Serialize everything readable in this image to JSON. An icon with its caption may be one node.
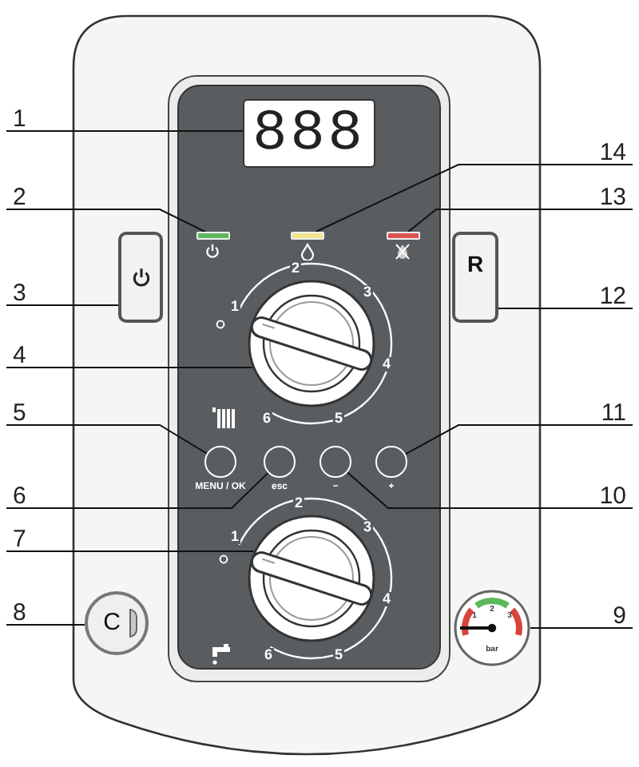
{
  "diagram": {
    "nodes": [
      {
        "text": [
          "1"
        ]
      },
      {
        "text": [
          "888"
        ]
      },
      {
        "text": [
          "14"
        ]
      },
      {
        "text": [
          "2"
        ]
      },
      {
        "text": [
          "13"
        ]
      },
      {
        "text": [],
        "shape": "bar"
      },
      {
        "text": [],
        "shape": "bar"
      },
      {
        "text": [],
        "shape": "bar"
      },
      {
        "text": [
          "3"
        ]
      },
      {
        "text": [],
        "shape": "box"
      },
      {
        "text": [
          "R"
        ]
      },
      {
        "text": [
          "12"
        ]
      },
      {
        "text": [],
        "shape": "circle"
      },
      {
        "text": [
          "4"
        ]
      },
      {
        "text": [
          "5"
        ]
      },
      {
        "text": [
          "11"
        ]
      },
      {
        "text": [],
        "shape": "circle",
        "beside": [
          "MENU / OK"
        ]
      },
      {
        "text": [],
        "shape": "circle",
        "beside": [
          "esc"
        ]
      },
      {
        "text": [],
        "shape": "circle",
        "beside": [
          "−"
        ]
      },
      {
        "text": [],
        "shape": "circle",
        "beside": [
          "+"
        ]
      },
      {
        "text": [
          "6"
        ]
      },
      {
        "text": [
          "10"
        ]
      },
      {
        "text": [
          "7"
        ]
      },
      {
        "text": [],
        "shape": "circle"
      },
      {
        "text": [
          "8"
        ]
      },
      {
        "text": [
          "C"
        ]
      },
      {
        "text": [],
        "shape": "circle"
      },
      {
        "text": [
          "9"
        ]
      }
    ],
    "edges": [
      {
        "from": 0,
        "to": 1,
        "arrow": "none"
      },
      {
        "from": 3,
        "to": 5,
        "arrow": "none"
      },
      {
        "from": 2,
        "to": 6,
        "arrow": "none"
      },
      {
        "from": 4,
        "to": 7,
        "arrow": "none"
      },
      {
        "from": 8,
        "to": 9,
        "arrow": "none"
      },
      {
        "from": 11,
        "to": 10,
        "arrow": "none"
      },
      {
        "from": 13,
        "to": 12,
        "arrow": "none"
      },
      {
        "from": 14,
        "to": 16,
        "arrow": "none"
      },
      {
        "from": 15,
        "to": 19,
        "arrow": "none"
      },
      {
        "from": 20,
        "to": 17,
        "arrow": "none"
      },
      {
        "from": 21,
        "to": 18,
        "arrow": "none"
      },
      {
        "from": 22,
        "to": 23,
        "arrow": "none"
      },
      {
        "from": 24,
        "to": 25,
        "arrow": "none"
      },
      {
        "from": 27,
        "to": 26,
        "arrow": "none"
      }
    ],
    "labels": [
      "2",
      "3",
      "1",
      "4",
      "6",
      "5",
      "2",
      "3",
      "1",
      "4",
      "6",
      "5",
      "1",
      "2",
      "3",
      "bar"
    ]
  }
}
